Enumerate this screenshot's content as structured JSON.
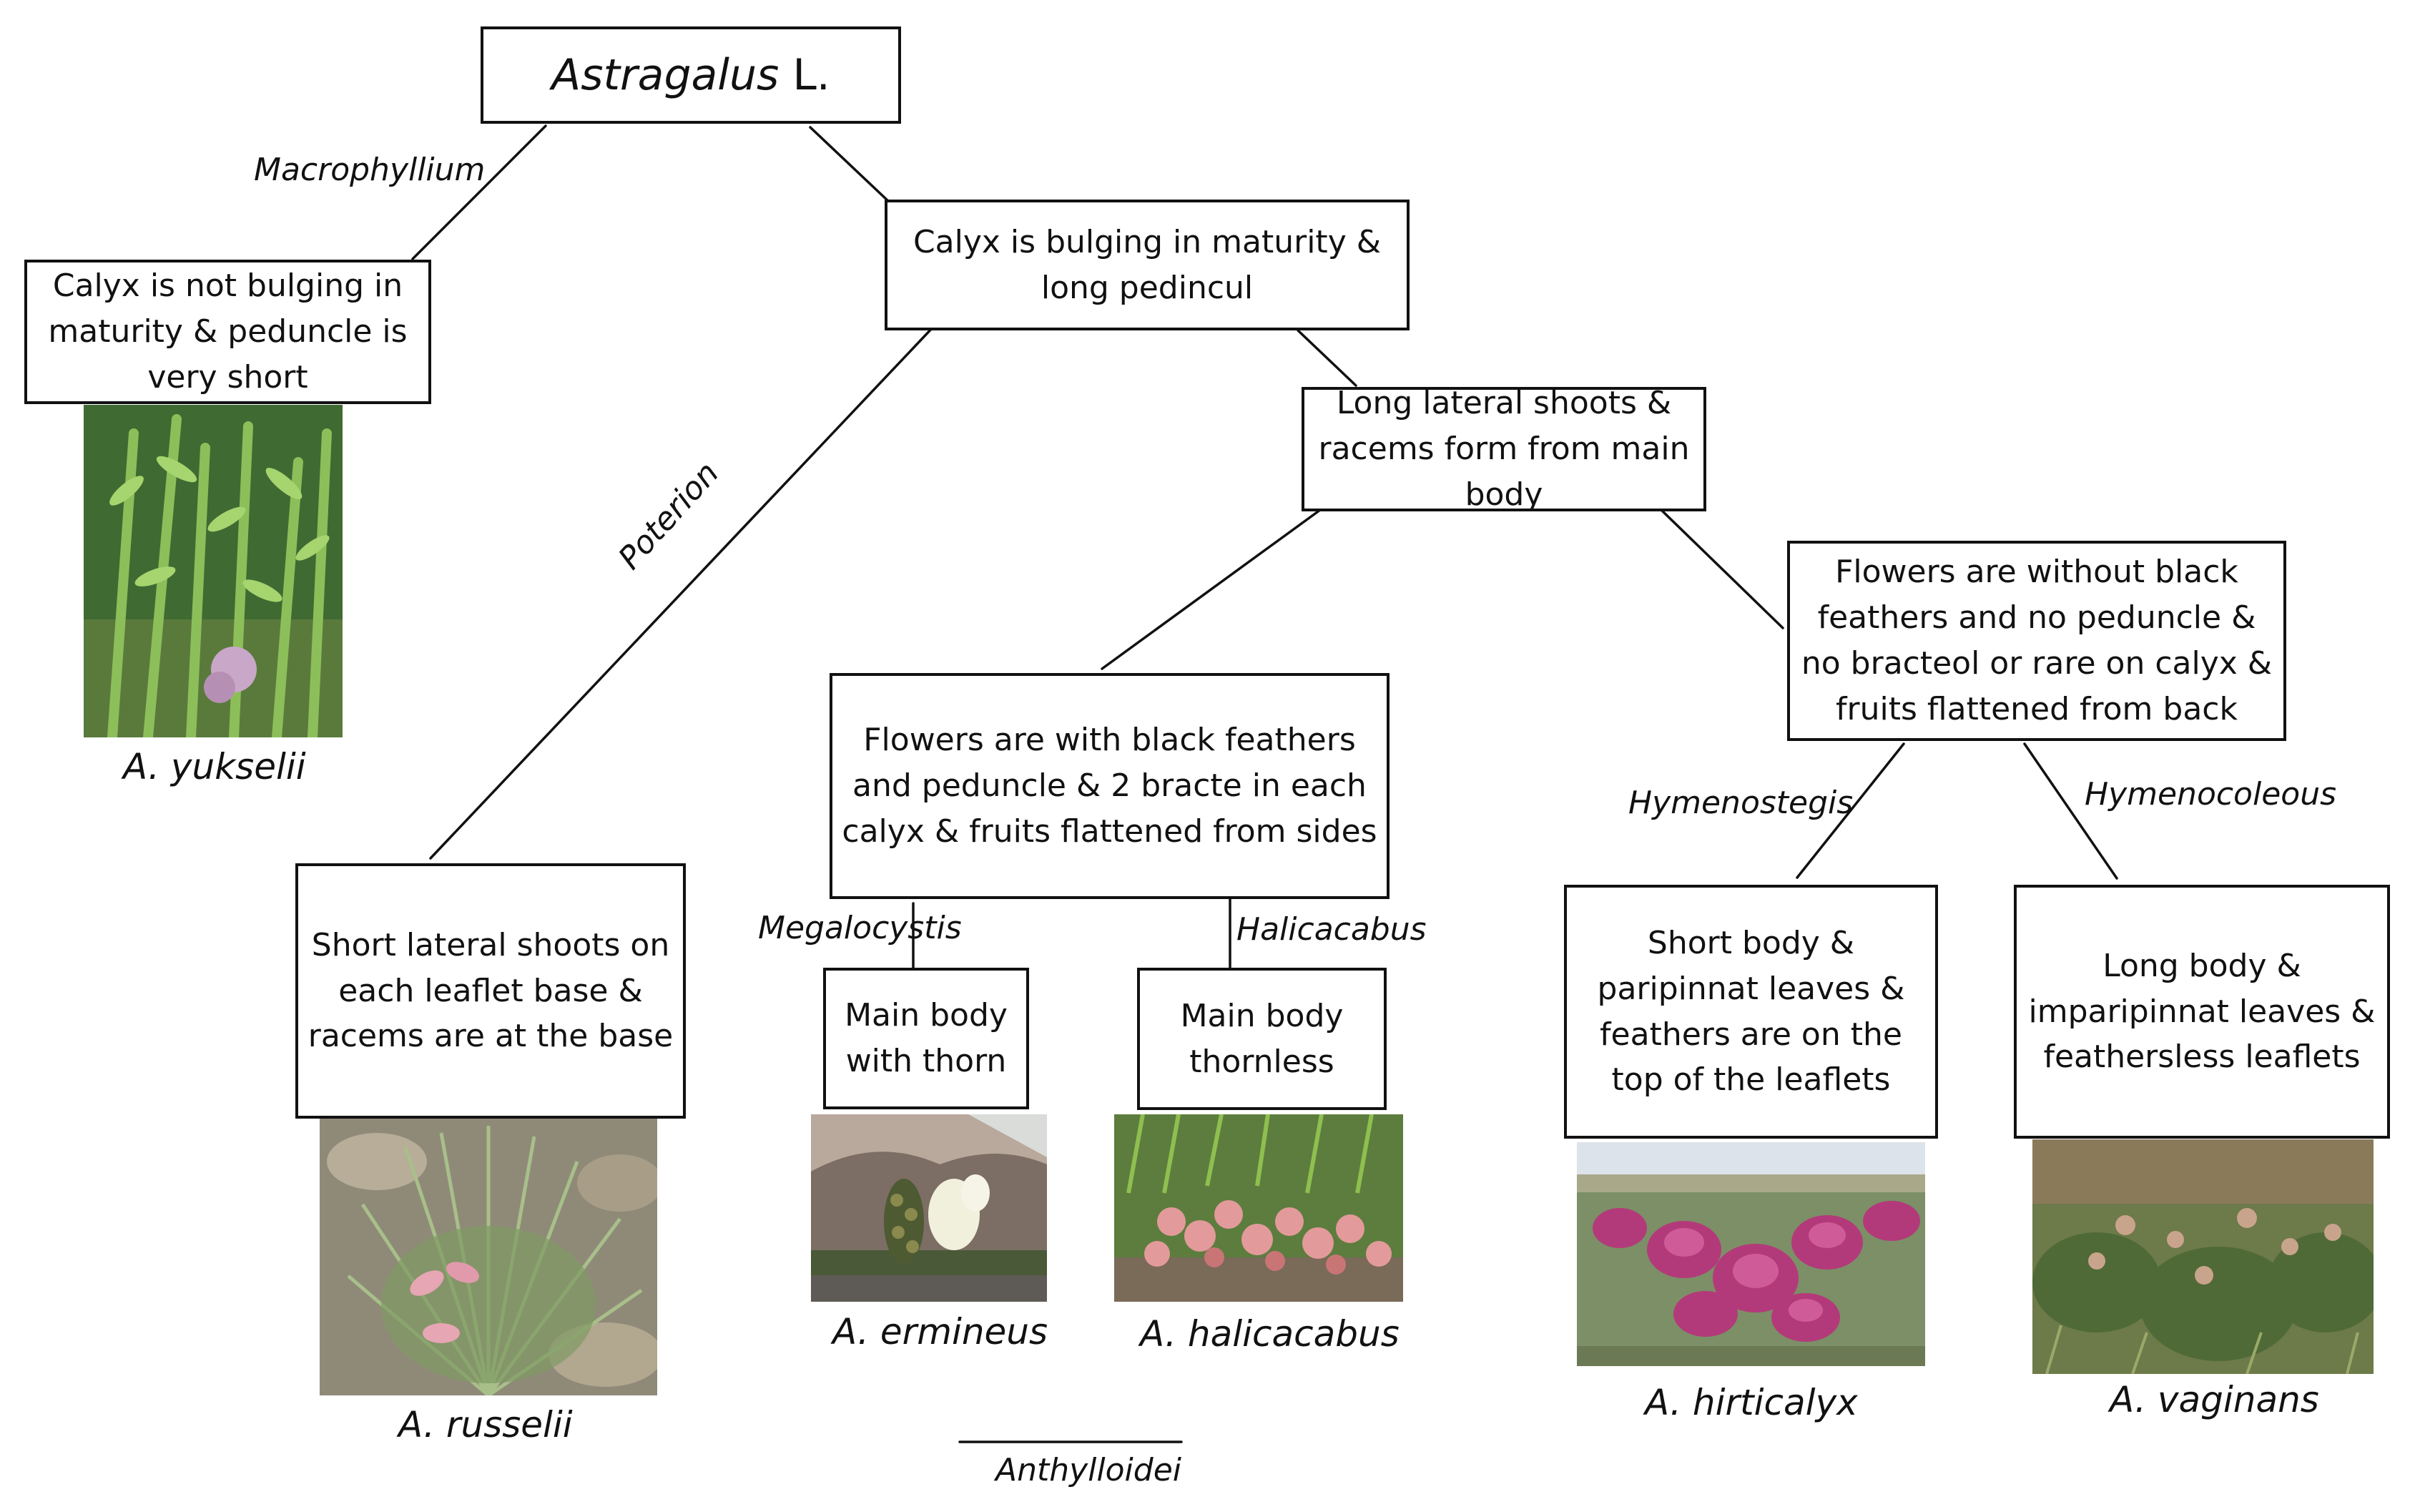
{
  "root": {
    "genus": "Astragalus",
    "author": "L."
  },
  "nodes": {
    "n1": "Calyx is not bulging in maturity & peduncle is very short",
    "n2": "Calyx is bulging in maturity & long pedincul",
    "n3": "Long lateral shoots & racems form from main body",
    "n4": "Flowers are without black feathers and no peduncle & no bracteol or rare on calyx & fruits flattened from back",
    "n5": "Short lateral shoots on each leaflet base & racems are at the base",
    "n6": "Flowers are with black feathers and peduncle & 2 bracte in each calyx & fruits flattened from sides",
    "n7": "Main body with thorn",
    "n8": "Main body thornless",
    "n9": "Short body & paripinnat leaves & feathers are on the top of the leaflets",
    "n10": "Long body & imparipinnat leaves & feathersless leaflets"
  },
  "sections": {
    "macrophyllium": "Macrophyllium",
    "poterion": "Poterion",
    "megalocystis": "Megalocystis",
    "halicacabus": "Halicacabus",
    "hymenostegis": "Hymenostegis",
    "hymenocoleous": "Hymenocoleous",
    "anthylloidei": "Anthylloidei"
  },
  "species": {
    "yukselii": "A. yukselii",
    "russelii": "A. russelii",
    "ermineus": "A. ermineus",
    "halicacabus": "A. halicacabus",
    "hirticalyx": "A. hirticalyx",
    "vaginans": "A. vaginans"
  }
}
